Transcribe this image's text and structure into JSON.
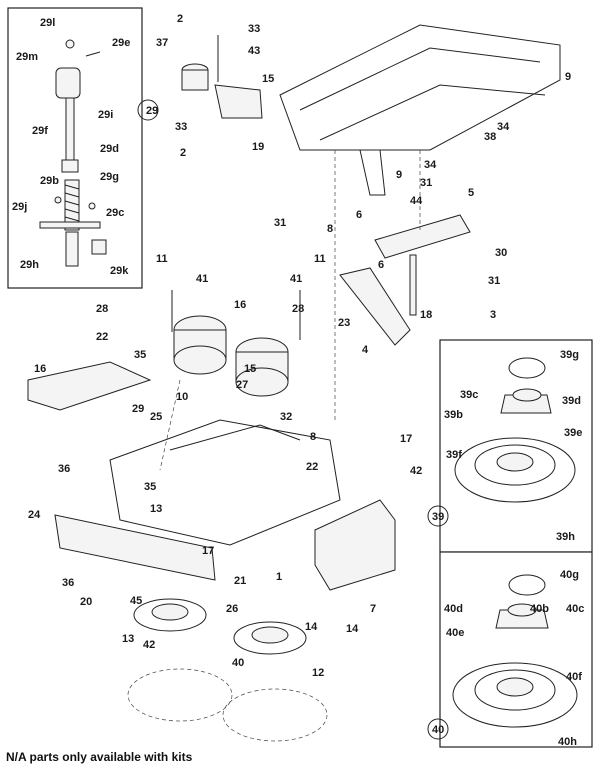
{
  "footnote": "N/A parts only available with kits",
  "inset_29": {
    "box_label": "29",
    "callouts": [
      "29l",
      "29m",
      "29e",
      "29f",
      "29i",
      "29d",
      "29b",
      "29g",
      "29j",
      "29c",
      "29h",
      "29k"
    ]
  },
  "inset_39": {
    "box_label": "39",
    "callouts": [
      "39g",
      "39c",
      "39b",
      "39d",
      "39e",
      "39f",
      "39h"
    ]
  },
  "inset_40": {
    "box_label": "40",
    "callouts": [
      "40g",
      "40d",
      "40b",
      "40c",
      "40e",
      "40f",
      "40h"
    ]
  },
  "main_callouts": [
    "2",
    "33",
    "37",
    "43",
    "15",
    "33",
    "2",
    "19",
    "9",
    "38",
    "34",
    "9",
    "34",
    "31",
    "31",
    "8",
    "5",
    "6",
    "44",
    "30",
    "6",
    "31",
    "3",
    "18",
    "11",
    "41",
    "41",
    "11",
    "28",
    "28",
    "22",
    "35",
    "16",
    "23",
    "4",
    "29",
    "16",
    "15",
    "27",
    "10",
    "32",
    "25",
    "8",
    "17",
    "36",
    "22",
    "42",
    "24",
    "35",
    "13",
    "17",
    "36",
    "20",
    "21",
    "1",
    "7",
    "45",
    "26",
    "14",
    "14",
    "13",
    "42",
    "40",
    "12",
    "12",
    "39"
  ]
}
